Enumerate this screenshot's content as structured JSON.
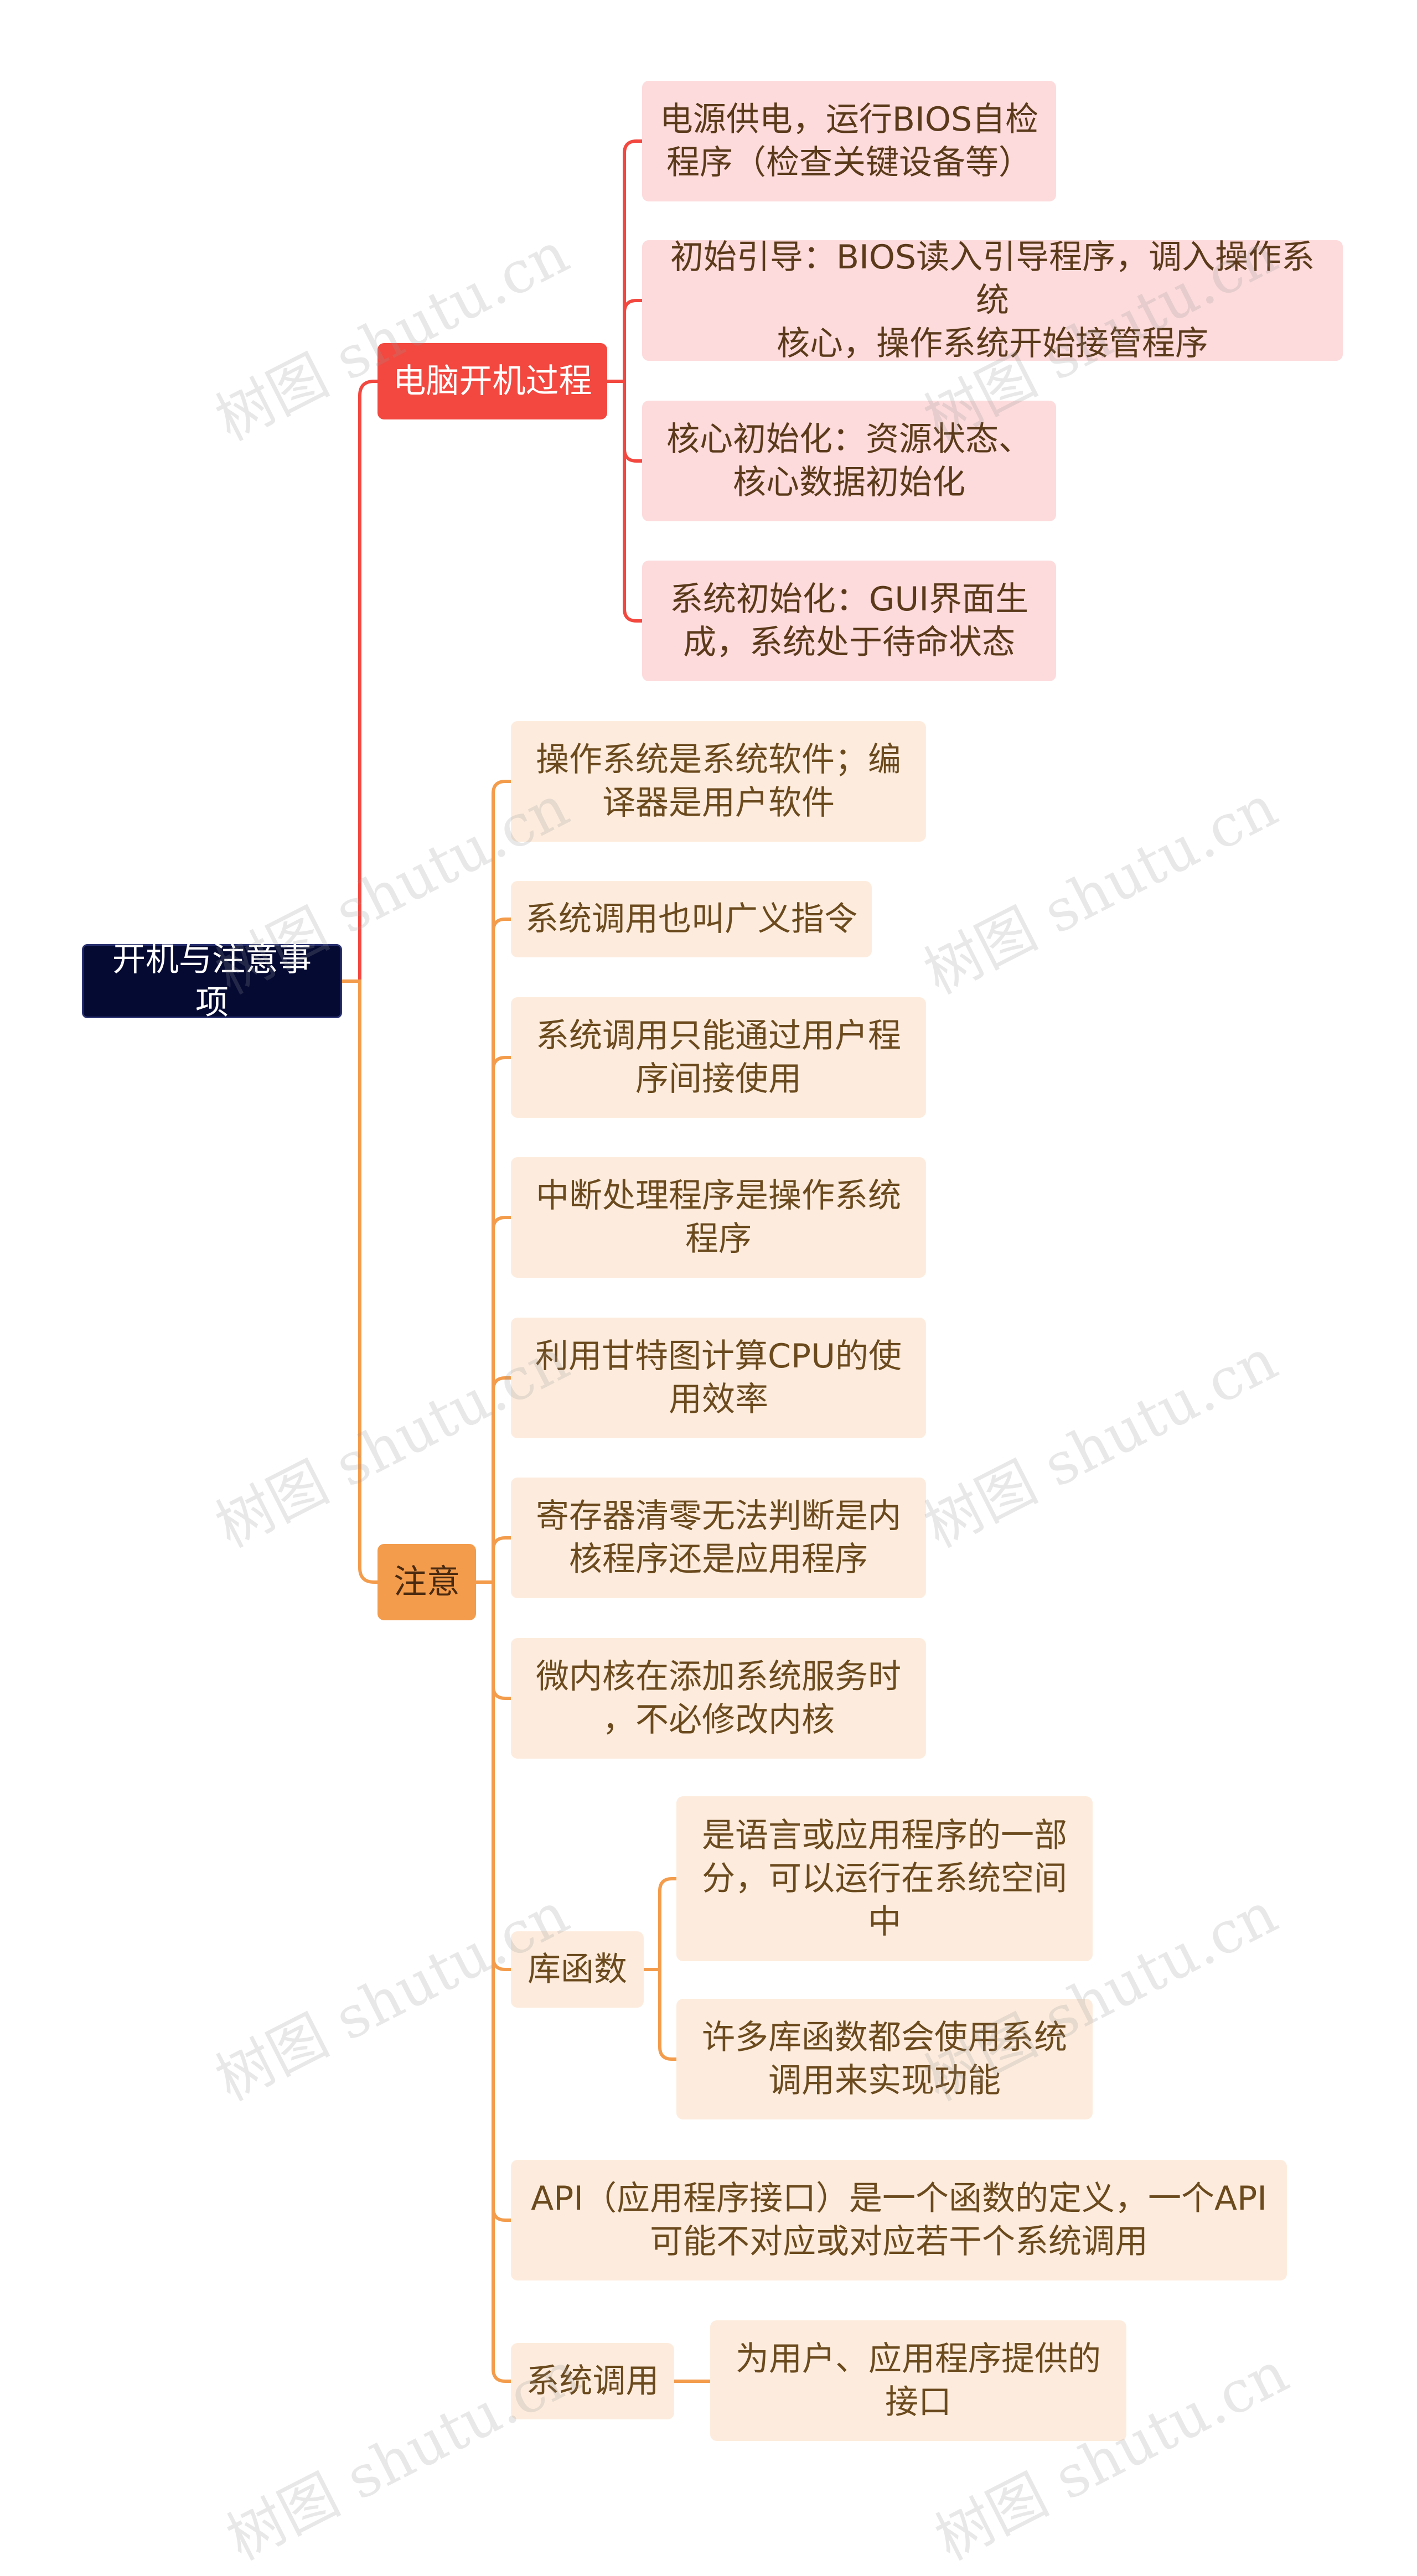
{
  "root": "开机与注意事项",
  "branch1": {
    "label": "电脑开机过程",
    "color": "#f2483f",
    "children": [
      "电源供电，运行BIOS自检\n程序（检查关键设备等）",
      "初始引导：BIOS读入引导程序，调入操作系统\n核心，操作系统开始接管程序",
      "核心初始化：资源状态、\n核心数据初始化",
      "系统初始化：GUI界面生\n成，系统处于待命状态"
    ]
  },
  "branch2": {
    "label": "注意",
    "color": "#f39c4c",
    "children": [
      "操作系统是系统软件；编\n译器是用户软件",
      "系统调用也叫广义指令",
      "系统调用只能通过用户程\n序间接使用",
      "中断处理程序是操作系统\n程序",
      "利用甘特图计算CPU的使\n用效率",
      "寄存器清零无法判断是内\n核程序还是应用程序",
      "微内核在添加系统服务时\n，不必修改内核",
      "库函数",
      "API（应用程序接口）是一个函数的定义，一个API\n可能不对应或对应若干个系统调用",
      "系统调用"
    ],
    "library_children": [
      "是语言或应用程序的一部\n分，可以运行在系统空间\n中",
      "许多库函数都会使用系统\n调用来实现功能"
    ],
    "syscall_children": [
      "为用户、应用程序提供的\n接口"
    ]
  },
  "watermark": "树图 shutu.cn"
}
